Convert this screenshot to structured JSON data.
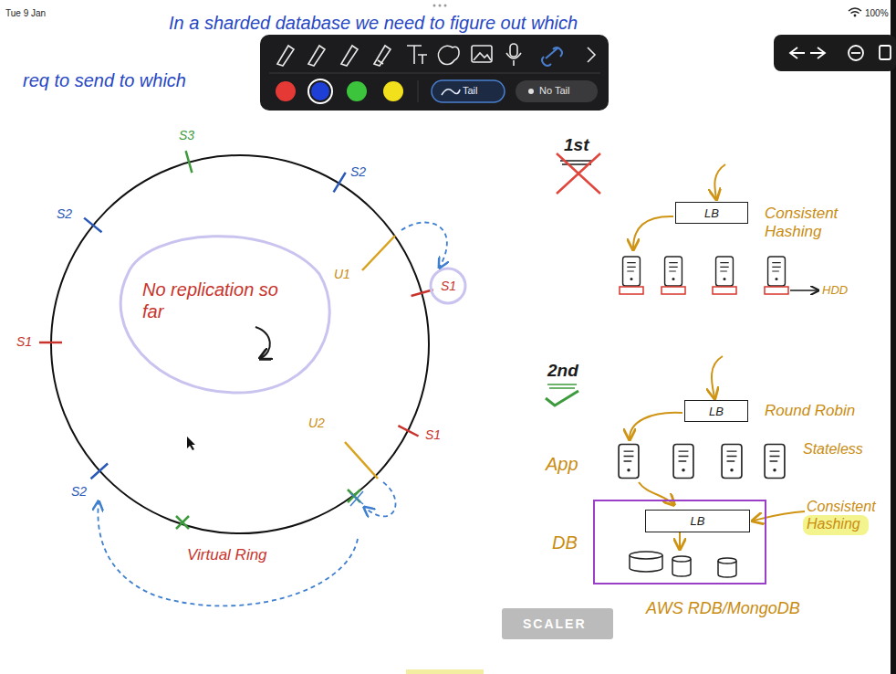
{
  "diagram": {
    "title": "In a sharded database we need to figure out which",
    "nodes": [
      {
        "text": [
          "LB"
        ]
      },
      {
        "text": [
          "LB"
        ]
      },
      {
        "text": [
          "DB"
        ]
      },
      {
        "text": [
          "LB"
        ],
        "in": 2
      }
    ],
    "labels": [
      "Tue 9 Jan",
      "100%",
      "req to send to which",
      "Tail",
      "No Tail",
      "S3",
      "1st",
      "S2",
      "Consistent Hashing",
      "S2",
      "U1",
      "S1",
      "No replication so far",
      "HDD",
      "S1",
      "2nd",
      "Round Robin",
      "U2",
      "S1",
      "Stateless",
      "App",
      "S2",
      "Consistent Hashing",
      "Virtual Ring",
      "AWS RDB/MongoDB",
      "SCALER"
    ]
  }
}
